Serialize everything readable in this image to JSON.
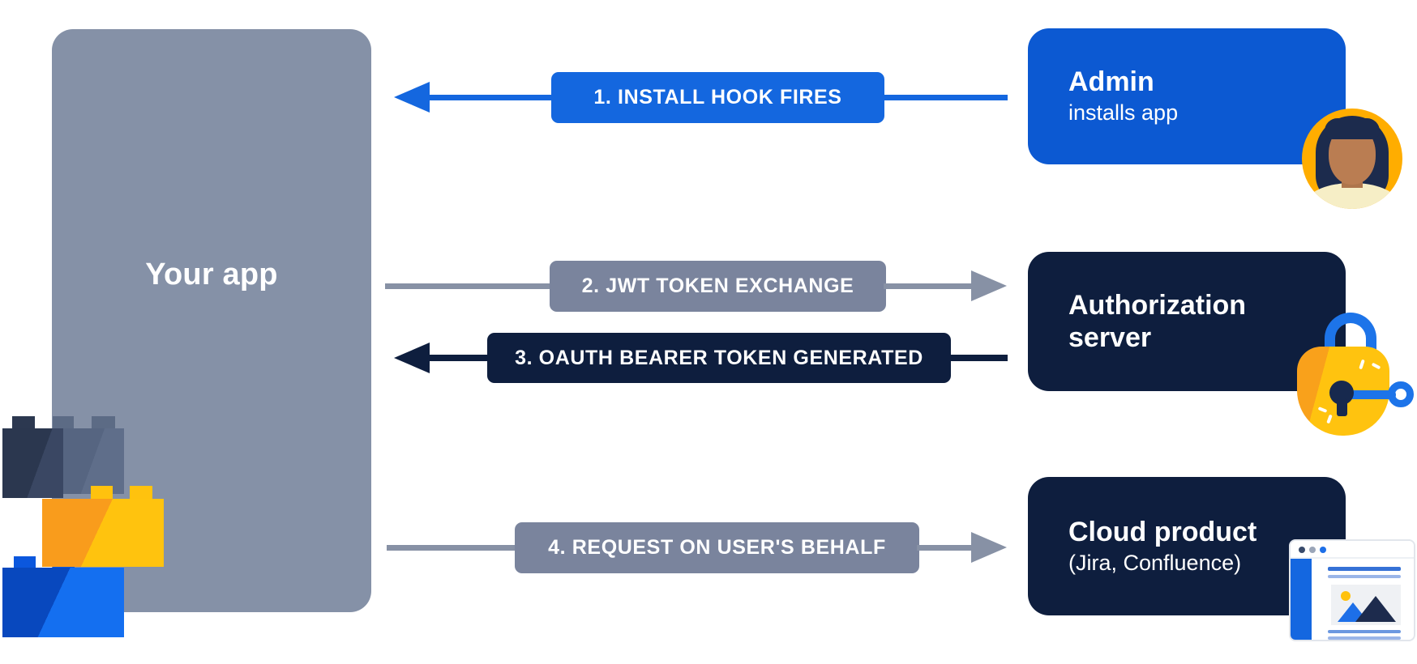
{
  "diagram": {
    "app_box": {
      "label": "Your app"
    },
    "nodes": [
      {
        "id": "admin",
        "title": "Admin",
        "subtitle": "installs app"
      },
      {
        "id": "authorization-server",
        "title": "Authorization server",
        "subtitle": ""
      },
      {
        "id": "cloud-product",
        "title": "Cloud product",
        "subtitle": "(Jira, Confluence)"
      }
    ],
    "arrows": [
      {
        "step": "1. INSTALL HOOK FIRES",
        "direction": "left",
        "from": "admin",
        "to": "your-app",
        "color": "#1467DF"
      },
      {
        "step": "2. JWT TOKEN EXCHANGE",
        "direction": "right",
        "from": "your-app",
        "to": "authorization-server",
        "color": "#7A849D"
      },
      {
        "step": "3. OAUTH BEARER TOKEN GENERATED",
        "direction": "left",
        "from": "authorization-server",
        "to": "your-app",
        "color": "#0E1E3E"
      },
      {
        "step": "4. REQUEST ON USER'S BEHALF",
        "direction": "right",
        "from": "your-app",
        "to": "cloud-product",
        "color": "#7A849D"
      }
    ],
    "icons": [
      "admin-avatar-icon",
      "lock-key-icon",
      "browser-window-icon",
      "lego-bricks-icon"
    ],
    "colors": {
      "app_box_gray": "#8591A7",
      "admin_blue": "#0C59D2",
      "navy": "#0E1E3E",
      "arrow_blue": "#1467DF",
      "arrow_gray_line": "#8791A5",
      "arrow_gray_pill": "#7A849D",
      "lego_yellow": "#FFC30E",
      "lego_orange": "#F99C1C",
      "lego_blue": "#146FF0",
      "avatar_yellow": "#FFAD00"
    }
  }
}
